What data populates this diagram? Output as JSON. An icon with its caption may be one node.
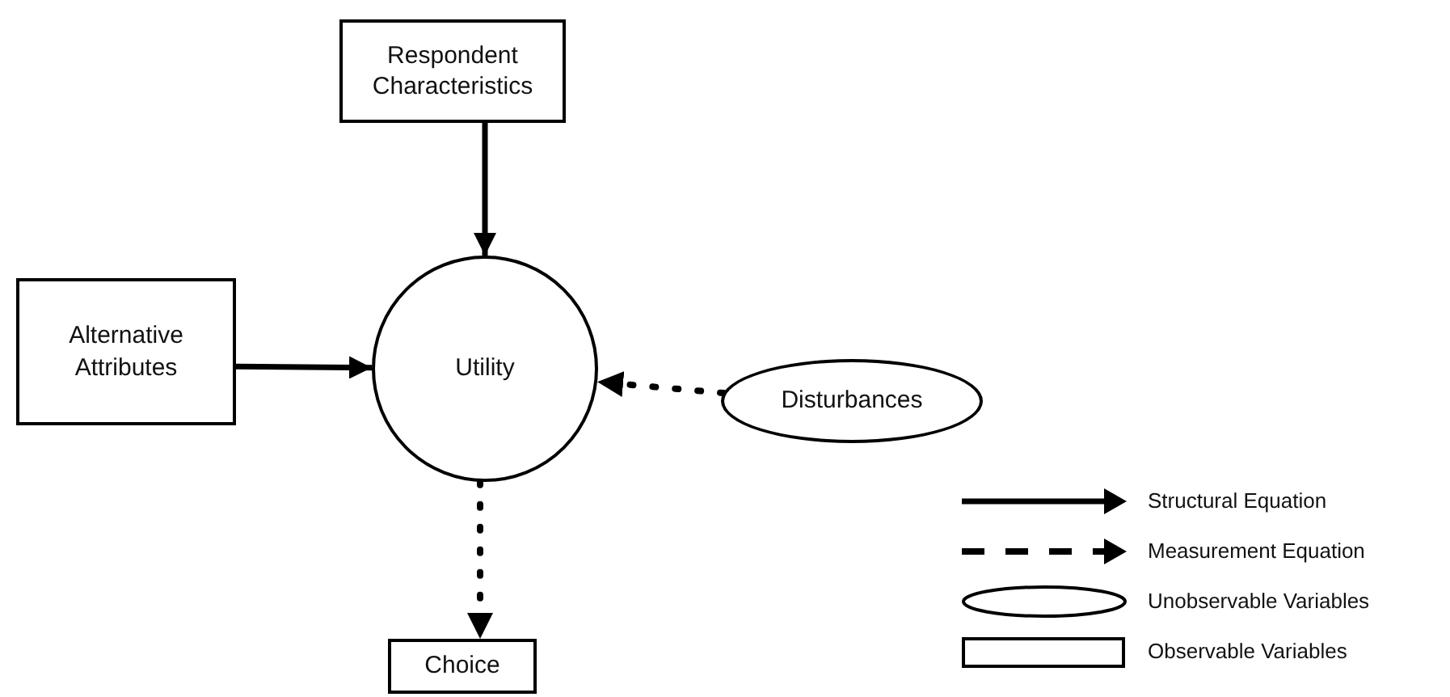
{
  "diagram": {
    "nodes": [
      {
        "text": [
          "Respondent Characteristics"
        ]
      },
      {
        "text": [
          "Alternative Attributes"
        ]
      },
      {
        "text": [
          "Utility"
        ]
      },
      {
        "text": [
          "Disturbances"
        ]
      },
      {
        "text": [
          "Choice"
        ]
      }
    ],
    "edges": [
      {
        "from": 0,
        "to": 2,
        "arrow": "to"
      },
      {
        "from": 1,
        "to": 2,
        "arrow": "to"
      },
      {
        "from": 3,
        "to": 2,
        "arrow": "to",
        "style": "dashed"
      },
      {
        "from": 2,
        "to": 4,
        "arrow": "to",
        "style": "dashed"
      }
    ],
    "legend": [
      {
        "text": "Structural Equation"
      },
      {
        "text": "Measurement Equation"
      },
      {
        "text": "Unobservable Variables"
      },
      {
        "text": "Observable Variables"
      }
    ]
  }
}
